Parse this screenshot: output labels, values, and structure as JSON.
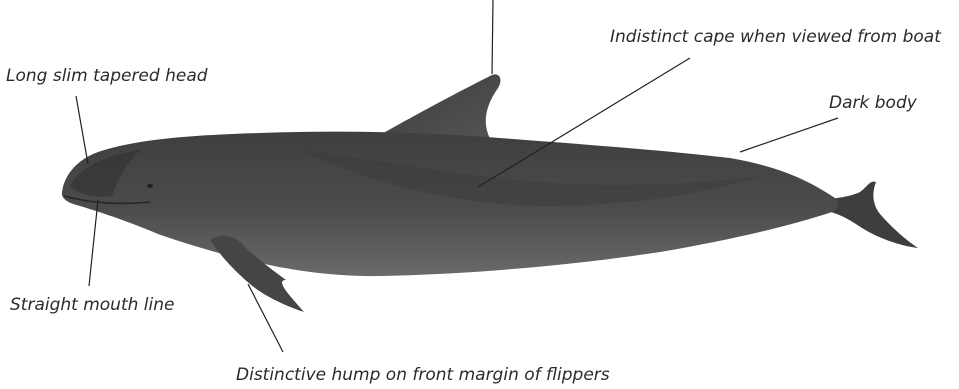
{
  "labels": {
    "cape": "Indistinct cape when viewed from boat",
    "head": "Long slim tapered head",
    "body": "Dark body",
    "mouth": "Straight mouth line",
    "hump": "Distinctive hump on front margin of flippers"
  },
  "colors": {
    "body": "#4a4a4a",
    "body_dark": "#3a3a3a",
    "belly": "#6e6e6e",
    "leader_line": "#222222",
    "text": "#2b2b2b"
  }
}
